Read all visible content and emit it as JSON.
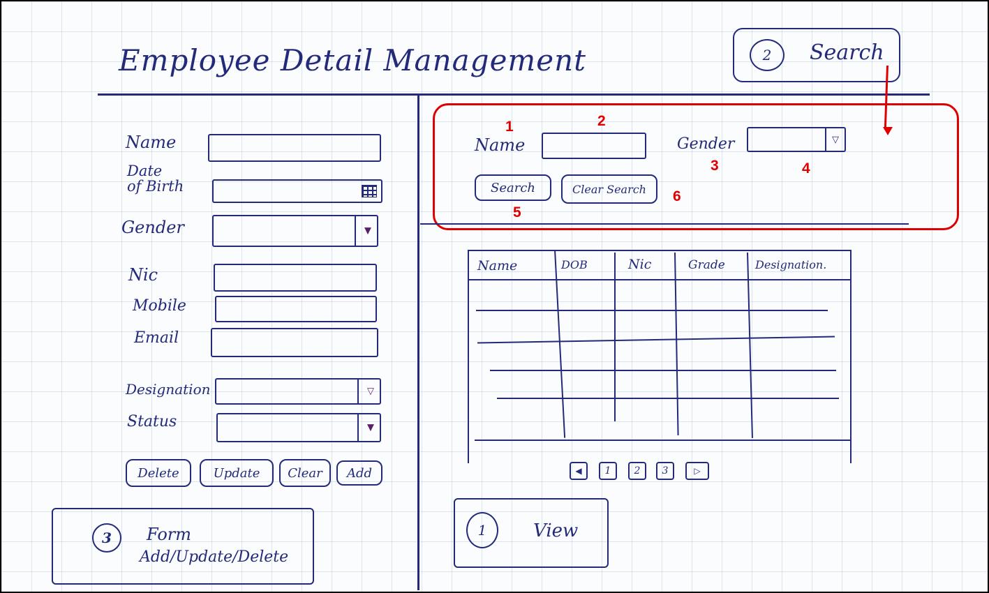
{
  "page": {
    "title": "Employee Detail Management"
  },
  "form": {
    "fields": [
      {
        "label": "Name",
        "type": "text"
      },
      {
        "label": "Date\nof Birth",
        "type": "date"
      },
      {
        "label": "Gender",
        "type": "select"
      },
      {
        "label": "Nic",
        "type": "text"
      },
      {
        "label": "Mobile",
        "type": "text"
      },
      {
        "label": "Email",
        "type": "text"
      },
      {
        "label": "Designation",
        "type": "select"
      },
      {
        "label": "Status",
        "type": "select"
      }
    ],
    "buttons": {
      "delete": "Delete",
      "update": "Update",
      "clear": "Clear",
      "add": "Add"
    },
    "icons": {
      "calendar": "calendar-grid-icon",
      "dropdown": "triangle-down-icon"
    }
  },
  "search": {
    "name_label": "Name",
    "gender_label": "Gender",
    "search_button": "Search",
    "clear_button": "Clear Search",
    "annotations": [
      "1",
      "2",
      "3",
      "4",
      "5",
      "6"
    ],
    "highlight_color": "#e00000"
  },
  "table": {
    "headers": [
      "Name",
      "DOB",
      "Nic",
      "Grade",
      "Designation."
    ]
  },
  "pagination": {
    "prev": "◀",
    "pages": [
      "1",
      "2",
      "3"
    ],
    "next": "▷"
  },
  "sections": {
    "search": {
      "number": "2",
      "label": "Search"
    },
    "view": {
      "number": "1",
      "label": "View"
    },
    "form": {
      "number": "3",
      "label": "Form",
      "sub": "Add/Update/Delete"
    }
  },
  "colors": {
    "ink": "#232a7a",
    "annotation": "#e00000",
    "grid": "#8ca5c3"
  }
}
